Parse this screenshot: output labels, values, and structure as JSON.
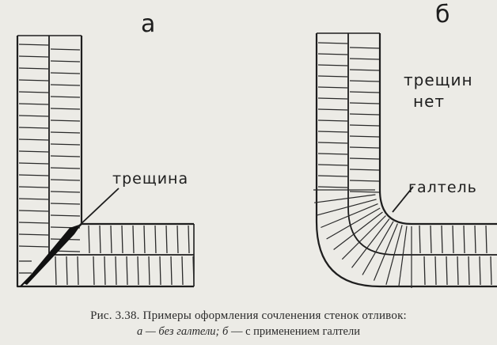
{
  "diagram": {
    "panel_a": {
      "letter": "а",
      "crack_label": "трещина"
    },
    "panel_b": {
      "letter": "б",
      "no_crack_label_line1": "трещин",
      "no_crack_label_line2": "нет",
      "fillet_label": "галтель"
    }
  },
  "caption": {
    "title": "Рис. 3.38. Примеры оформления сочленения стенок отливок:",
    "sub_a_letter": "а",
    "sub_a_text": " — без галтели; ",
    "sub_b_letter": "б",
    "sub_b_text": " — с применением галтели"
  }
}
